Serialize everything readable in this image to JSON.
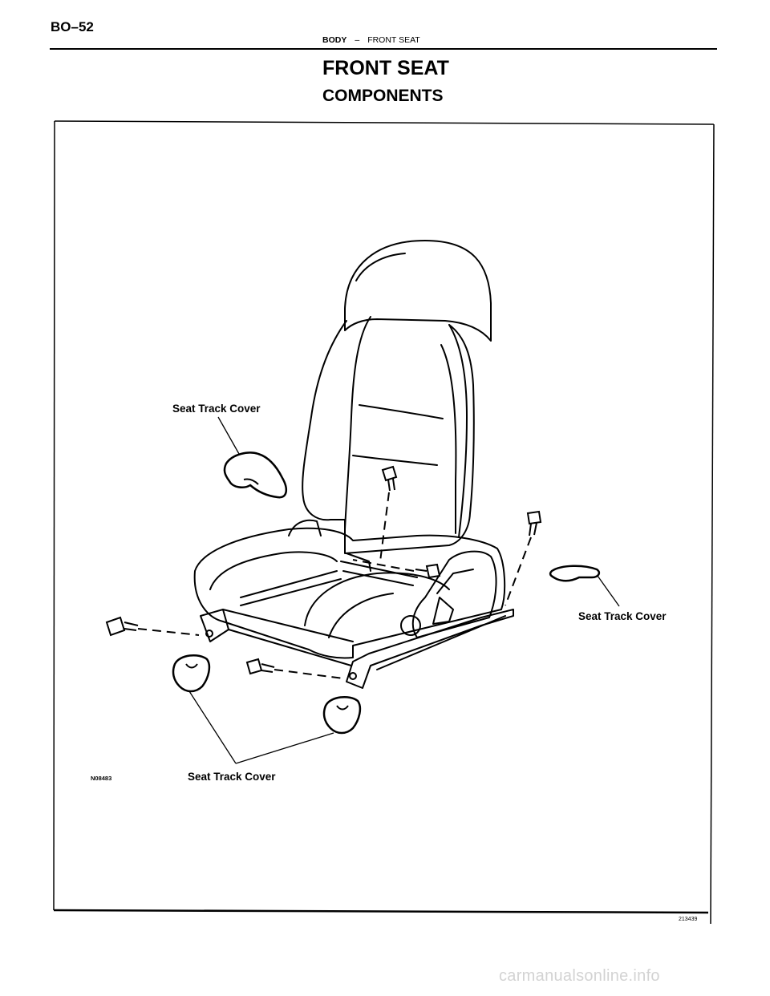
{
  "header": {
    "page_number": "BO–52",
    "section": "BODY",
    "separator": "–",
    "subsection": "FRONT SEAT"
  },
  "title": "FRONT SEAT",
  "subtitle": "COMPONENTS",
  "figure": {
    "labels": {
      "track_cover_upper_left": "Seat Track Cover",
      "track_cover_right": "Seat Track Cover",
      "track_cover_bottom": "Seat Track Cover"
    },
    "figure_code": "N08483",
    "drawing_number": "213439"
  },
  "watermark": "carmanualsonline.info"
}
